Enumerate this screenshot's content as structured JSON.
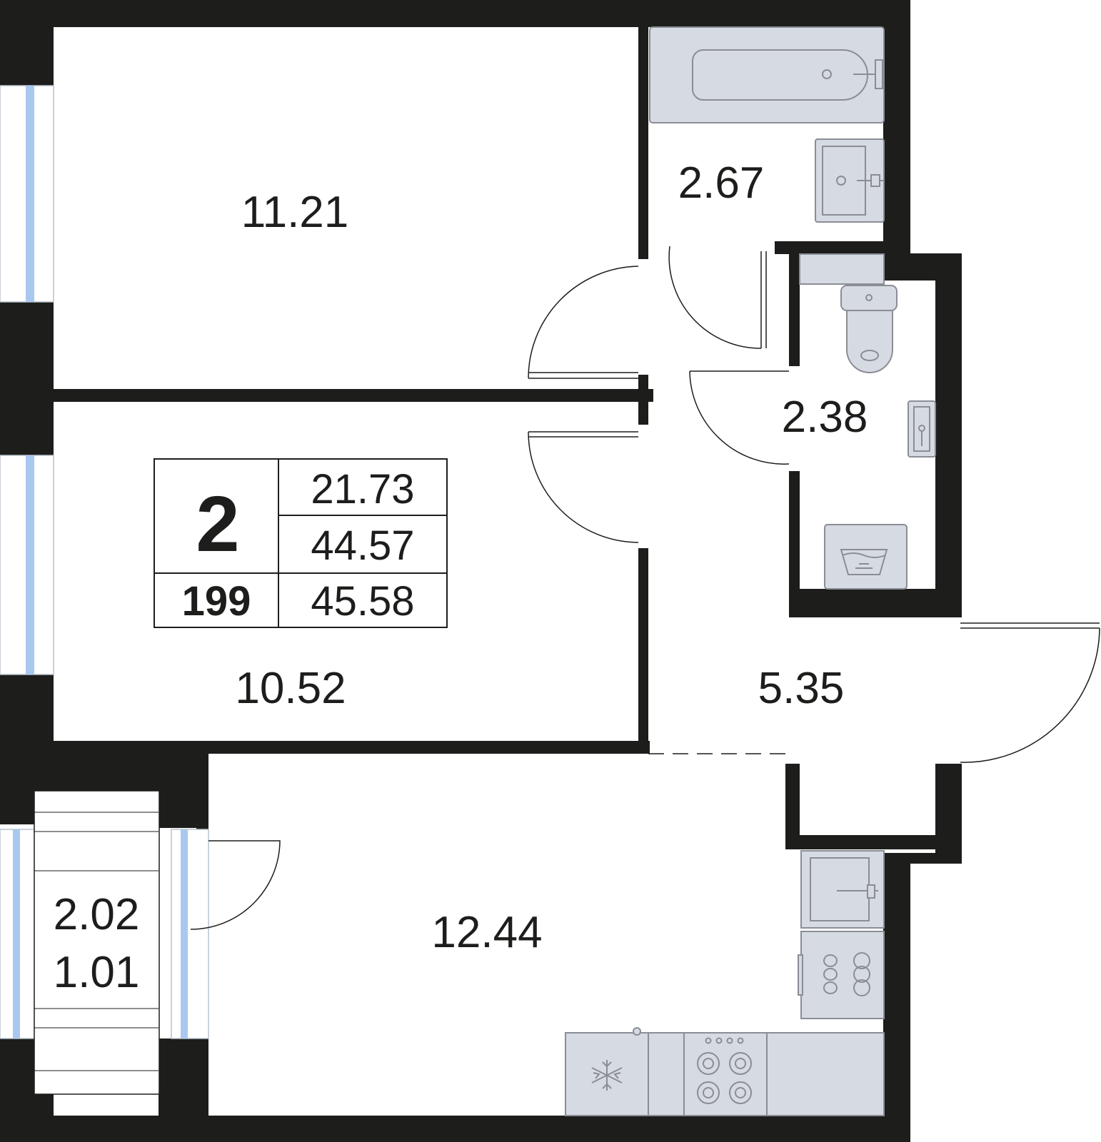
{
  "rooms": [
    {
      "name": "room-top-left",
      "area": "11.21"
    },
    {
      "name": "room-middle-left",
      "area": "10.52"
    },
    {
      "name": "bathroom",
      "area": "2.67"
    },
    {
      "name": "toilet",
      "area": "2.38"
    },
    {
      "name": "hallway",
      "area": "5.35"
    },
    {
      "name": "kitchen-living",
      "area": "12.44"
    },
    {
      "name": "balcony",
      "area": "2.02"
    },
    {
      "name": "balcony-reduced",
      "area": "1.01"
    }
  ],
  "info": {
    "rooms_count": "2",
    "apartment_number": "199",
    "living_area": "21.73",
    "total_area": "44.57",
    "area_with_balcony": "45.58"
  },
  "colors": {
    "wall": "#1d1d1b",
    "fixture_fill": "#d6dae3",
    "fixture_stroke": "#8a8d94",
    "window_glass": "#a8c8ef"
  },
  "icons": [
    "bathtub-icon",
    "sink-icon",
    "toilet-icon",
    "washing-machine-icon",
    "stove-icon",
    "fridge-icon",
    "kitchen-sink-icon",
    "hob-icon"
  ]
}
